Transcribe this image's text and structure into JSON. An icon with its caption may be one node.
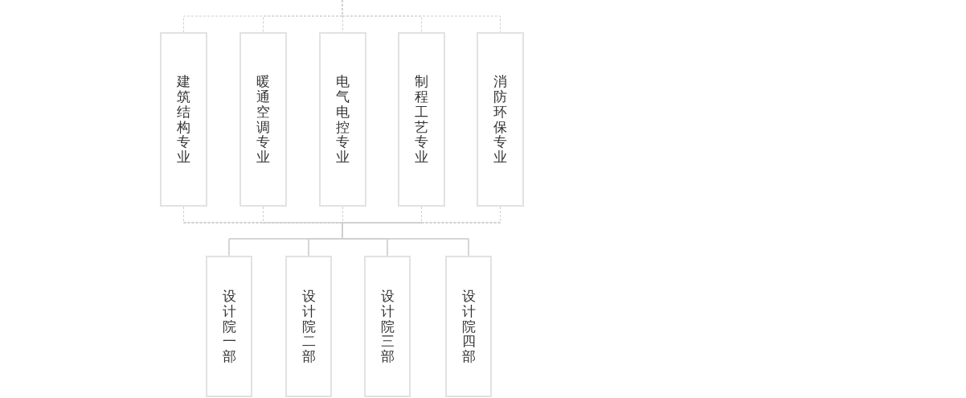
{
  "diagram": {
    "nodes": [
      {
        "text": [
          "建筑结构专业"
        ]
      },
      {
        "text": [
          "暖通空调专业"
        ]
      },
      {
        "text": [
          "电气电控专业"
        ]
      },
      {
        "text": [
          "制程工艺专业"
        ]
      },
      {
        "text": [
          "消防环保专业"
        ]
      },
      {
        "text": [
          "设计院一部"
        ]
      },
      {
        "text": [
          "设计院二部"
        ]
      },
      {
        "text": [
          "设计院三部"
        ]
      },
      {
        "text": [
          "设计院四部"
        ]
      }
    ],
    "edges": [
      {
        "from": null,
        "to": 0,
        "arrow": "none"
      },
      {
        "from": null,
        "to": 1,
        "arrow": "none"
      },
      {
        "from": null,
        "to": 2,
        "arrow": "none"
      },
      {
        "from": null,
        "to": 3,
        "arrow": "none"
      },
      {
        "from": null,
        "to": 4,
        "arrow": "none"
      },
      {
        "from": 0,
        "to": 5,
        "arrow": "none"
      },
      {
        "from": 0,
        "to": 6,
        "arrow": "none"
      },
      {
        "from": 0,
        "to": 7,
        "arrow": "none"
      },
      {
        "from": 0,
        "to": 8,
        "arrow": "none"
      },
      {
        "from": 1,
        "to": 5,
        "arrow": "none"
      },
      {
        "from": 1,
        "to": 6,
        "arrow": "none"
      },
      {
        "from": 1,
        "to": 7,
        "arrow": "none"
      },
      {
        "from": 1,
        "to": 8,
        "arrow": "none"
      },
      {
        "from": 2,
        "to": 5,
        "arrow": "none"
      },
      {
        "from": 2,
        "to": 6,
        "arrow": "none"
      },
      {
        "from": 2,
        "to": 7,
        "arrow": "none"
      },
      {
        "from": 2,
        "to": 8,
        "arrow": "none"
      },
      {
        "from": 3,
        "to": 5,
        "arrow": "none"
      },
      {
        "from": 3,
        "to": 6,
        "arrow": "none"
      },
      {
        "from": 3,
        "to": 7,
        "arrow": "none"
      },
      {
        "from": 3,
        "to": 8,
        "arrow": "none"
      },
      {
        "from": 4,
        "to": 5,
        "arrow": "none"
      },
      {
        "from": 4,
        "to": 6,
        "arrow": "none"
      },
      {
        "from": 4,
        "to": 7,
        "arrow": "none"
      },
      {
        "from": 4,
        "to": 8,
        "arrow": "none"
      }
    ]
  }
}
